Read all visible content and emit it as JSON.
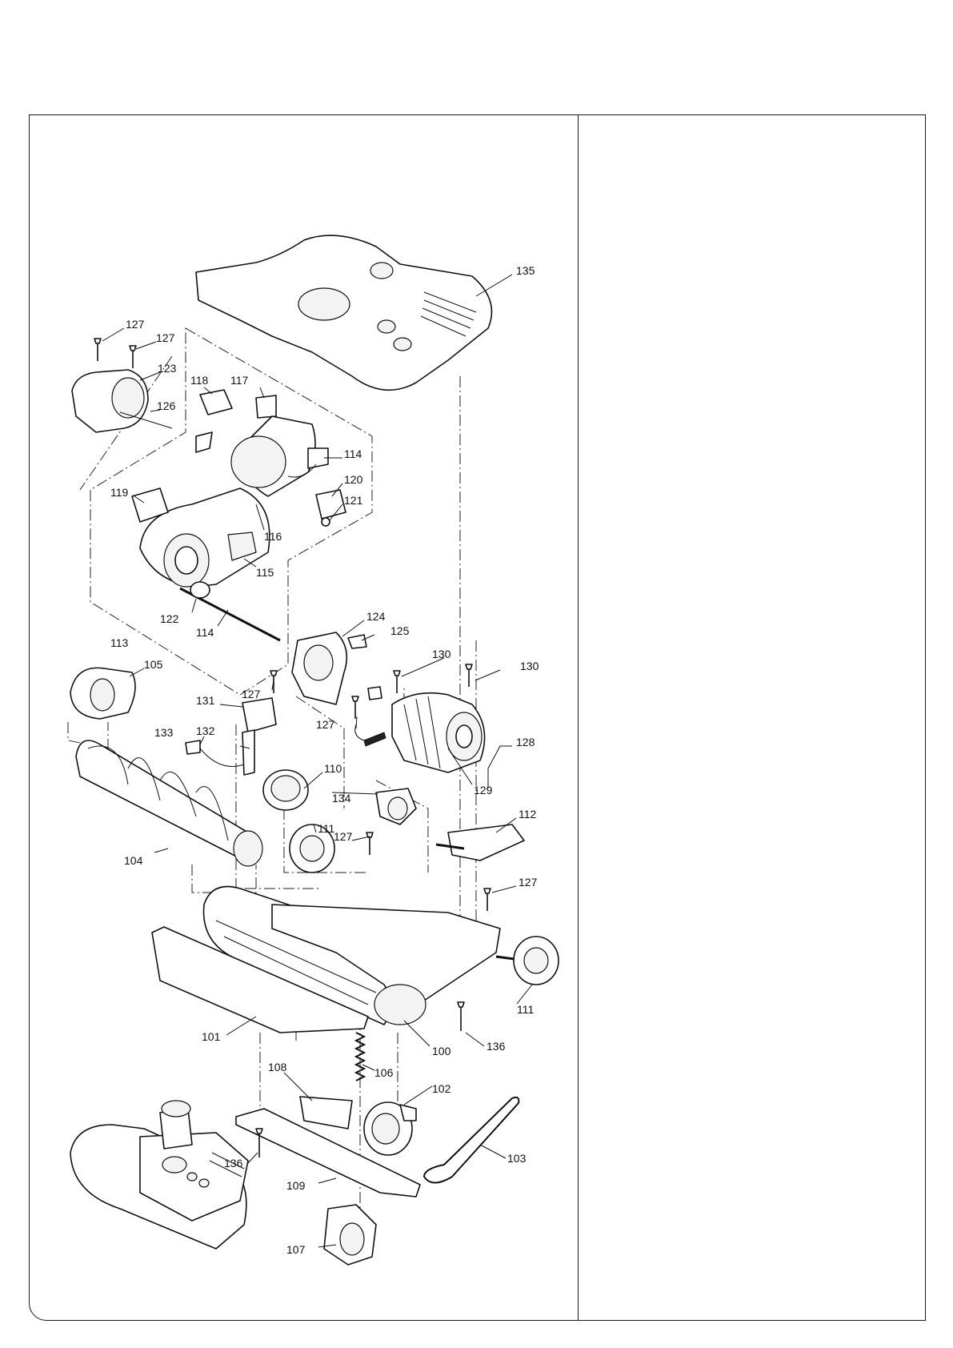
{
  "callouts": [
    {
      "id": "c135",
      "text": "135"
    },
    {
      "id": "c127a",
      "text": "127"
    },
    {
      "id": "c127b",
      "text": "127"
    },
    {
      "id": "c123",
      "text": "123"
    },
    {
      "id": "c126",
      "text": "126"
    },
    {
      "id": "c118",
      "text": "118"
    },
    {
      "id": "c117",
      "text": "117"
    },
    {
      "id": "c114a",
      "text": "114"
    },
    {
      "id": "c120",
      "text": "120"
    },
    {
      "id": "c121",
      "text": "121"
    },
    {
      "id": "c119",
      "text": "119"
    },
    {
      "id": "c116",
      "text": "116"
    },
    {
      "id": "c115",
      "text": "115"
    },
    {
      "id": "c122",
      "text": "122"
    },
    {
      "id": "c114b",
      "text": "114"
    },
    {
      "id": "c113",
      "text": "113"
    },
    {
      "id": "c124",
      "text": "124"
    },
    {
      "id": "c125",
      "text": "125"
    },
    {
      "id": "c105",
      "text": "105"
    },
    {
      "id": "c130a",
      "text": "130"
    },
    {
      "id": "c130b",
      "text": "130"
    },
    {
      "id": "c127c",
      "text": "127"
    },
    {
      "id": "c131",
      "text": "131"
    },
    {
      "id": "c127d",
      "text": "127"
    },
    {
      "id": "c128",
      "text": "128"
    },
    {
      "id": "c133",
      "text": "133"
    },
    {
      "id": "c132",
      "text": "132"
    },
    {
      "id": "c110",
      "text": "110"
    },
    {
      "id": "c134",
      "text": "134"
    },
    {
      "id": "c129",
      "text": "129"
    },
    {
      "id": "c111a",
      "text": "111"
    },
    {
      "id": "c112",
      "text": "112"
    },
    {
      "id": "c127e",
      "text": "127"
    },
    {
      "id": "c104",
      "text": "104"
    },
    {
      "id": "c127f",
      "text": "127"
    },
    {
      "id": "c111b",
      "text": "111"
    },
    {
      "id": "c101",
      "text": "101"
    },
    {
      "id": "c100",
      "text": "100"
    },
    {
      "id": "c136a",
      "text": "136"
    },
    {
      "id": "c106",
      "text": "106"
    },
    {
      "id": "c108",
      "text": "108"
    },
    {
      "id": "c102",
      "text": "102"
    },
    {
      "id": "c103",
      "text": "103"
    },
    {
      "id": "c136b",
      "text": "136"
    },
    {
      "id": "c109",
      "text": "109"
    },
    {
      "id": "c107",
      "text": "107"
    }
  ]
}
